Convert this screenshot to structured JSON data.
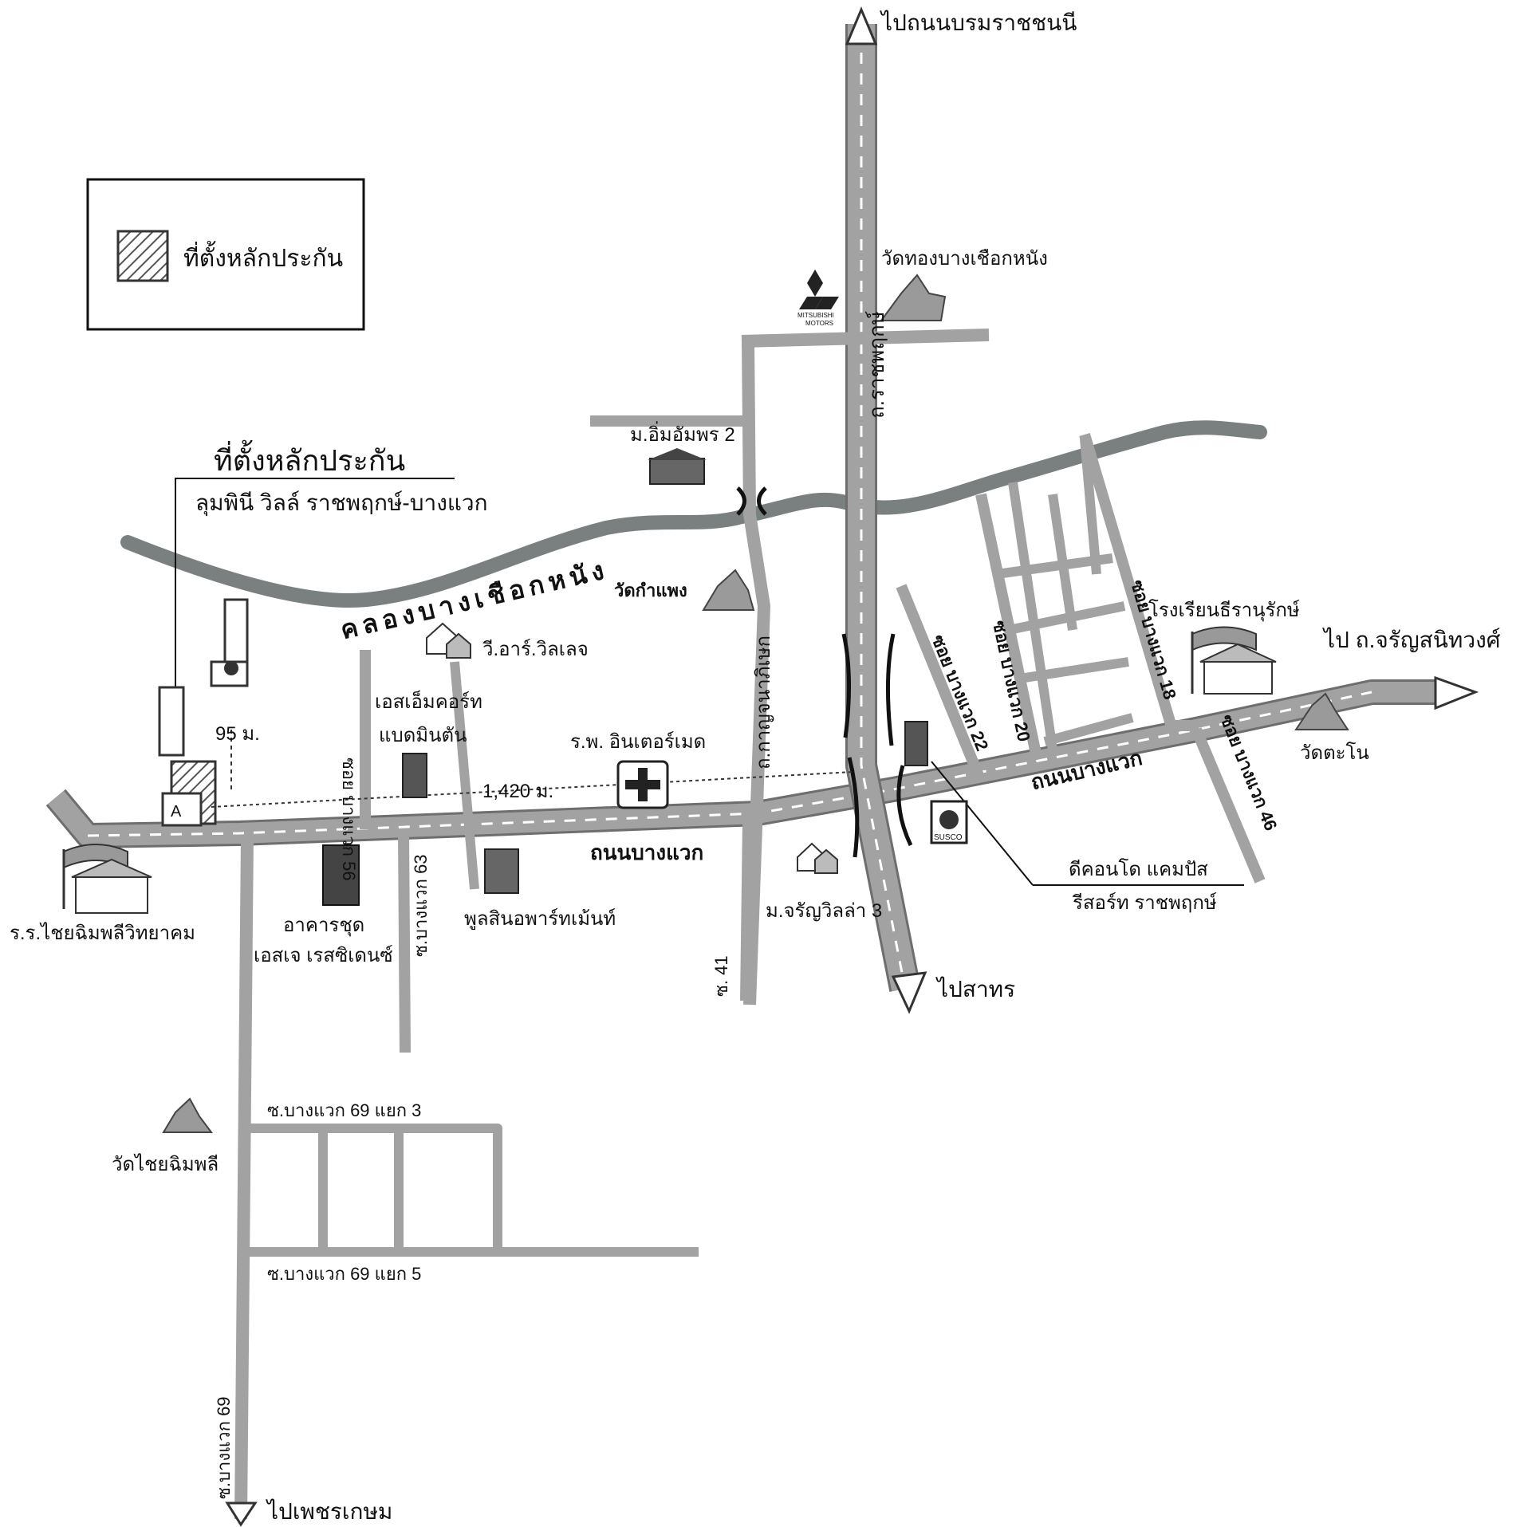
{
  "legend": {
    "label": "ที่ตั้งหลักประกัน"
  },
  "site": {
    "title": "ที่ตั้งหลักประกัน",
    "name": "ลุมพินี วิลล์ ราชพฤกษ์-บางแวก",
    "distance_short": "95 ม.",
    "distance_long": "1,420 ม."
  },
  "directions": {
    "north": "ไปถนนบรมราชชนนี",
    "south": "ไปสาทร",
    "east": "ไป ถ.จรัญสนิทวงศ์",
    "southwest": "ไปเพชรเกษม"
  },
  "roads": {
    "main_upper": "ถนนบางแวก",
    "main_lower": "ถนนบางแวก",
    "ratchaphruek": "ถ.ราชพฤกษ์",
    "kanchanaphisek": "ถ.กาญจนาภิเษก",
    "soi56": "ซอย บางแวก 56",
    "soi63": "ซ.บางแวก 63",
    "soi41": "ซ. 41",
    "soi22": "ซอย บางแวก 22",
    "soi20": "ซอย บางแวก 20",
    "soi18": "ซอย บางแวก 18",
    "soi46": "ซอย บางแวก 46",
    "soi69": "ซ.บางแวก 69",
    "soi69_3": "ซ.บางแวก 69 แยก 3",
    "soi69_5": "ซ.บางแวก 69 แยก 5",
    "canal": "คลองบางเชือกหนัง"
  },
  "landmarks": {
    "wat_thong": "วัดทองบางเชือกหนัง",
    "mitsubishi_line1": "MITSUBISHI",
    "mitsubishi_line2": "MOTORS",
    "im_amporn": "ม.อิ่มอัมพร 2",
    "wat_kamphaeng": "วัดกำแพง",
    "vr_village": "วี.อาร์.วิลเลจ",
    "sm_sport_1": "เอสเอ็มคอร์ท",
    "sm_sport_2": "แบดมินตัน",
    "hospital": "ร.พ. อินเตอร์เมด",
    "poolsin": "พูลสินอพาร์ทเม้นท์",
    "sj_1": "อาคารชุด",
    "sj_2": "เอสเจ เรสซิเดนซ์",
    "school_chai": "ร.ร.ไชยฉิมพลีวิทยาคม",
    "wat_chai": "วัดไชยฉิมพลี",
    "charan_villa": "ม.จรัญวิลล่า 3",
    "dcondo_1": "ดีคอนโด แคมปัส",
    "dcondo_2": "รีสอร์ท ราชพฤกษ์",
    "school_thira": "โรงเรียนธีรานุรักษ์",
    "wat_tano": "วัดตะโน",
    "susco": "SUSCO",
    "site_letter": "A"
  },
  "colors": {
    "road": "#a2a2a2",
    "road_edge": "#6e6e6e",
    "canal": "#7a8080",
    "building_fill": "#9a9a9a",
    "text": "#111111"
  }
}
